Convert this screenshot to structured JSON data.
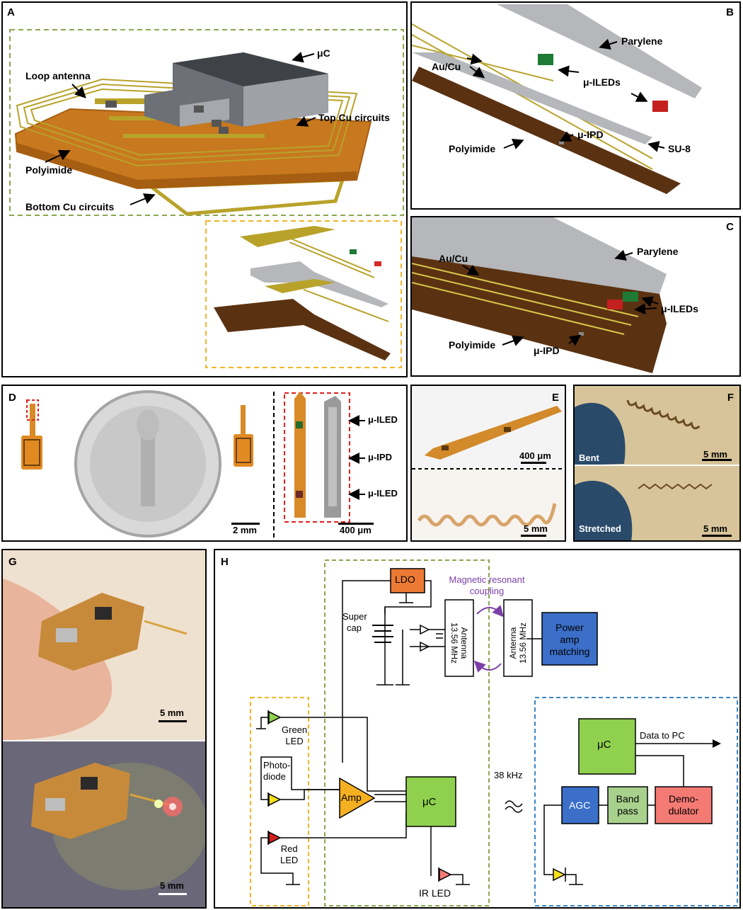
{
  "panels": {
    "A": {
      "label": "A",
      "callouts": [
        "μC",
        "Loop antenna",
        "Top Cu circuits",
        "Polyimide",
        "Bottom Cu circuits"
      ]
    },
    "B": {
      "label": "B",
      "callouts": [
        "Parylene",
        "Au/Cu",
        "μ-ILEDs",
        "μ-IPD",
        "Polyimide",
        "SU-8"
      ]
    },
    "C": {
      "label": "C",
      "callouts": [
        "Parylene",
        "Au/Cu",
        "μ-ILEDs",
        "Polyimide",
        "μ-IPD"
      ]
    },
    "D": {
      "label": "D",
      "callouts": [
        "μ-ILED",
        "μ-IPD",
        "μ-ILED"
      ],
      "scale_left": "2 mm",
      "scale_right": "400 μm"
    },
    "E": {
      "label": "E",
      "scale_top": "400 μm",
      "scale_bottom": "5 mm"
    },
    "F": {
      "label": "F",
      "state_top": "Bent",
      "state_bottom": "Stretched",
      "scale_top": "5 mm",
      "scale_bottom": "5 mm"
    },
    "G": {
      "label": "G",
      "scale_top": "5 mm",
      "scale_bottom": "5 mm"
    },
    "H": {
      "label": "H",
      "ldo": "LDO",
      "coupling_line1": "Magnetic resonant",
      "coupling_line2": "coupling",
      "supercap_line1": "Super",
      "supercap_line2": "cap",
      "antenna_line1": "Antenna",
      "antenna_line2": "13.56 MHz",
      "poweramp_line1": "Power",
      "poweramp_line2": "amp",
      "poweramp_line3": "matching",
      "green_led_line1": "Green",
      "green_led_line2": "LED",
      "photodiode_line1": "Photo-",
      "photodiode_line2": "diode",
      "red_led_line1": "Red",
      "red_led_line2": "LED",
      "amp": "Amp",
      "uc": "μC",
      "ir_led": "IR LED",
      "freq": "38 kHz",
      "data_to_pc": "Data to PC",
      "agc": "AGC",
      "bandpass_line1": "Band",
      "bandpass_line2": "pass",
      "demod_line1": "Demo-",
      "demod_line2": "dulator"
    }
  },
  "colors": {
    "copper": "#c8781e",
    "gold_trace": "#b8a22a",
    "polyimide_dark": "#5a3212",
    "chip_dark": "#4a4d52",
    "green_dash": "#8aa84e",
    "yellow_dash": "#f2b52a",
    "blue_dash": "#3a86c8",
    "ldo": "#ec7a35",
    "uc_green": "#8fd14f",
    "power_blue": "#3b6fc8",
    "bandpass": "#a9d18e",
    "demod": "#f47a74",
    "amp": "#f5b021",
    "coupling": "#7b3fa8"
  }
}
